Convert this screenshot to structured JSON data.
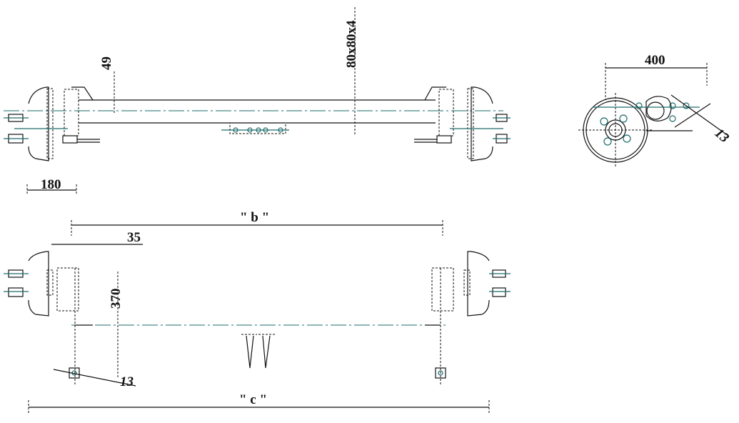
{
  "drawing": {
    "front_view": {
      "dim_height": "49",
      "dim_profile": "80x80x4",
      "dim_hub": "180"
    },
    "side_view": {
      "dim_width": "400",
      "dim_angle": "13"
    },
    "top_view": {
      "dim_b": "\" b \"",
      "dim_offset": "35",
      "dim_arm": "370",
      "dim_angle": "13",
      "dim_c": "\" c \""
    }
  },
  "colors": {
    "line": "#111111",
    "centerline": "#1d6b6b"
  }
}
